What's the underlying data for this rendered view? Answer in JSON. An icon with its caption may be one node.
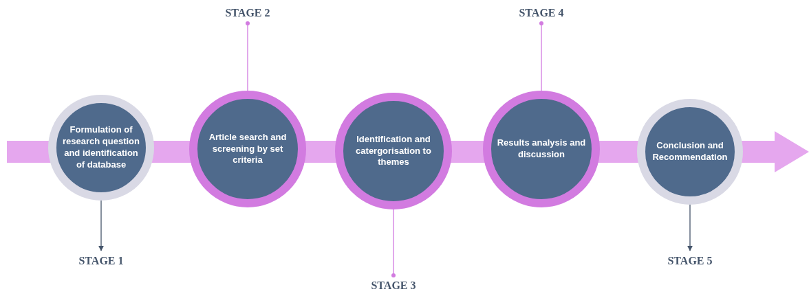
{
  "diagram": {
    "nodes": [
      {
        "text": [
          "Formulation of research question and identification of database"
        ]
      },
      {
        "text": [
          "Article search and screening by set criteria"
        ]
      },
      {
        "text": [
          "Identification and catergorisation to themes"
        ]
      },
      {
        "text": [
          "Results analysis and discussion"
        ]
      },
      {
        "text": [
          "Conclusion and Recommendation"
        ]
      },
      {
        "text": [
          "STAGE 1"
        ]
      },
      {
        "text": [
          "STAGE 2"
        ]
      },
      {
        "text": [
          "STAGE 3"
        ]
      },
      {
        "text": [
          "STAGE 4"
        ]
      },
      {
        "text": [
          "STAGE 5"
        ]
      }
    ],
    "edges": [
      {
        "from": 0,
        "to": 5,
        "arrow": "to",
        "color": "#44546a"
      },
      {
        "from": 1,
        "to": 6,
        "arrow": "other"
      },
      {
        "from": 2,
        "to": 7,
        "arrow": "other"
      },
      {
        "from": 3,
        "to": 8,
        "arrow": "other"
      },
      {
        "from": 4,
        "to": 9,
        "arrow": "to",
        "color": "#44546a"
      }
    ]
  }
}
